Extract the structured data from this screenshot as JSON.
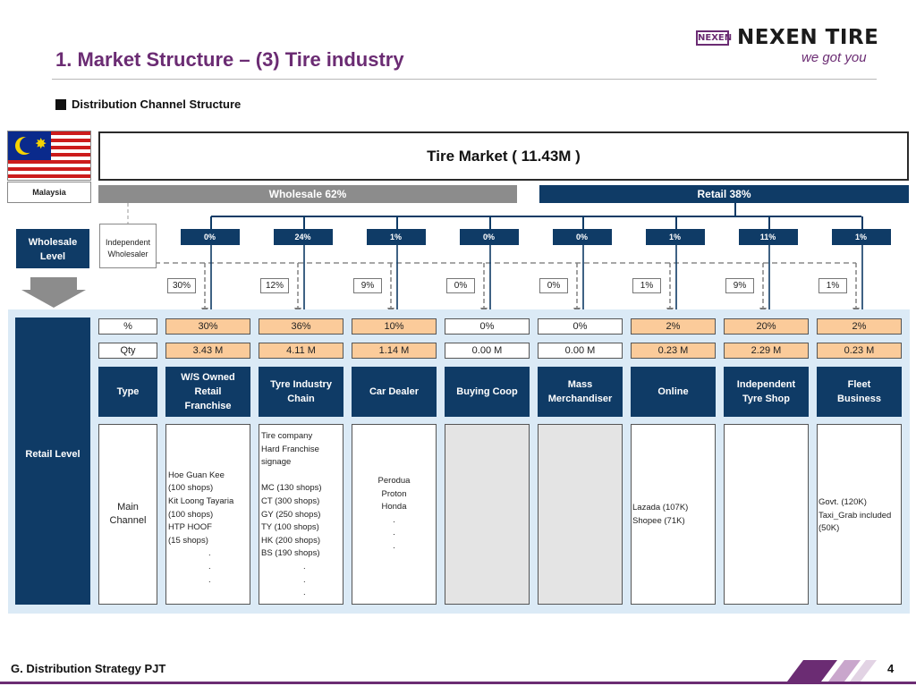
{
  "header": {
    "title": "1. Market Structure – (3) Tire industry",
    "subtitle": "Distribution Channel Structure",
    "logo_mark": "NEXEN",
    "logo_name": "NEXEN TIRE",
    "logo_tagline": "we got you"
  },
  "country": "Malaysia",
  "market": {
    "title": "Tire Market ( 11.43M )",
    "wholesale": "Wholesale 62%",
    "retail": "Retail 38%"
  },
  "wholesale_level": {
    "label": "Wholesale Level",
    "independent_wholesaler": "Independent Wholesaler",
    "top_pcts": [
      "0%",
      "24%",
      "1%",
      "0%",
      "0%",
      "1%",
      "11%",
      "1%"
    ],
    "via_wholesaler_pcts": [
      "30%",
      "12%",
      "9%",
      "0%",
      "0%",
      "1%",
      "9%",
      "1%"
    ]
  },
  "retail_level": {
    "label": "Retail Level",
    "pct_header": "%",
    "qty_header": "Qty",
    "type_header": "Type",
    "channel_header": "Main Channel",
    "columns": [
      {
        "pct": "30%",
        "qty": "3.43 M",
        "type": "W/S Owned Retail Franchise",
        "lines": [
          "",
          "",
          "",
          "Hoe Guan Kee",
          "(100 shops)",
          "Kit Loong Tayaria",
          "(100 shops)",
          "HTP HOOF",
          "(15 shops)",
          ".",
          ".",
          "."
        ]
      },
      {
        "pct": "36%",
        "qty": "4.11 M",
        "type": "Tyre Industry Chain",
        "lines": [
          "Tire company",
          "Hard Franchise",
          "signage",
          "",
          "MC (130 shops)",
          "CT (300 shops)",
          "GY (250 shops)",
          "TY (100 shops)",
          "HK (200 shops)",
          "BS (190 shops)",
          ".",
          ".",
          "."
        ]
      },
      {
        "pct": "10%",
        "qty": "1.14 M",
        "type": "Car Dealer",
        "lines": [
          "Perodua",
          "Proton",
          "Honda",
          ".",
          ".",
          "."
        ]
      },
      {
        "pct": "0%",
        "qty": "0.00 M",
        "type": "Buying Coop",
        "lines": []
      },
      {
        "pct": "0%",
        "qty": "0.00 M",
        "type": "Mass Merchandiser",
        "lines": []
      },
      {
        "pct": "2%",
        "qty": "0.23 M",
        "type": "Online",
        "lines": [
          "Lazada (107K)",
          "Shopee (71K)"
        ]
      },
      {
        "pct": "20%",
        "qty": "2.29 M",
        "type": "Independent Tyre Shop",
        "lines": []
      },
      {
        "pct": "2%",
        "qty": "0.23 M",
        "type": "Fleet Business",
        "lines": [
          "Govt. (120K)",
          "Taxi_Grab included",
          "(50K)"
        ]
      }
    ]
  },
  "footer": {
    "project": "G. Distribution Strategy PJT",
    "page": "4"
  },
  "colors": {
    "navy": "#0f3b66",
    "grey": "#8c8c8c",
    "orange": "#fbcb9a",
    "panel": "#dbeaf6",
    "accent": "#6b2c73"
  }
}
